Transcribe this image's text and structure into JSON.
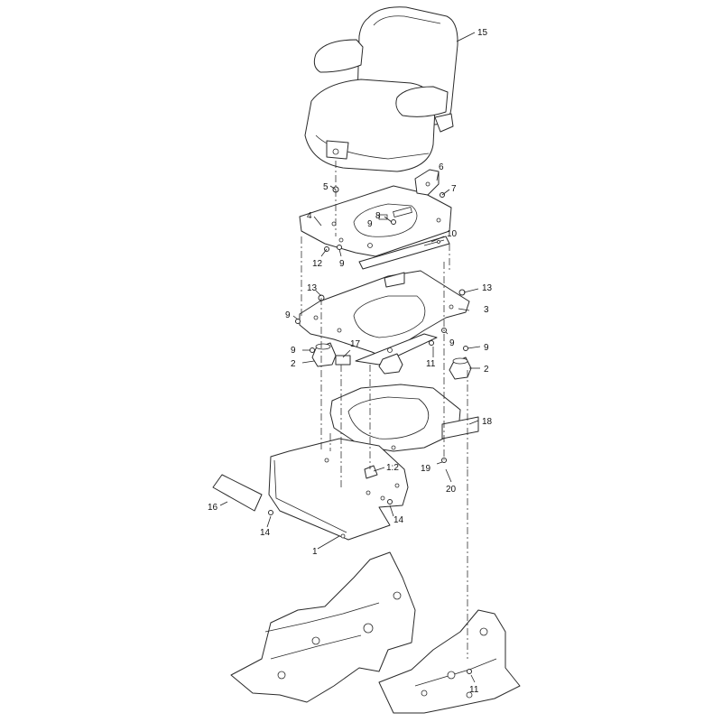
{
  "callouts": [
    {
      "label": "15"
    },
    {
      "label": "6"
    },
    {
      "label": "5"
    },
    {
      "label": "7"
    },
    {
      "label": "4"
    },
    {
      "label": "8"
    },
    {
      "label": "9"
    },
    {
      "label": "10"
    },
    {
      "label": "12"
    },
    {
      "label": "9"
    },
    {
      "label": "13"
    },
    {
      "label": "13"
    },
    {
      "label": "9"
    },
    {
      "label": "3"
    },
    {
      "label": "9"
    },
    {
      "label": "2"
    },
    {
      "label": "17"
    },
    {
      "label": "9"
    },
    {
      "label": "11"
    },
    {
      "label": "9"
    },
    {
      "label": "2"
    },
    {
      "label": "18"
    },
    {
      "label": "1:2"
    },
    {
      "label": "19"
    },
    {
      "label": "20"
    },
    {
      "label": "16"
    },
    {
      "label": "14"
    },
    {
      "label": "14"
    },
    {
      "label": "1"
    },
    {
      "label": "11"
    }
  ]
}
